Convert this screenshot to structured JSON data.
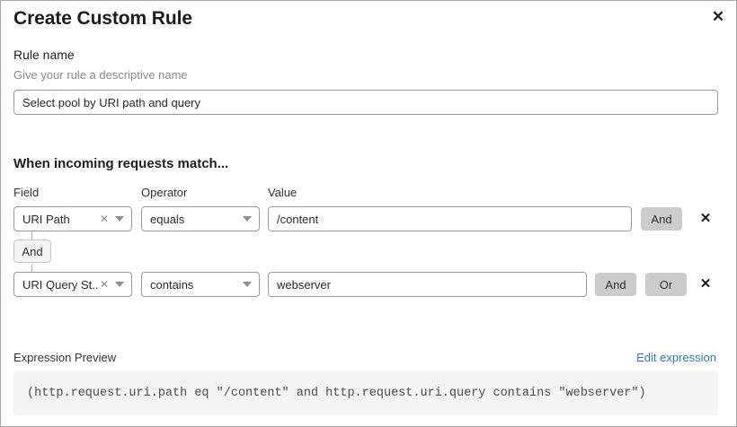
{
  "modal": {
    "title": "Create Custom Rule",
    "close_icon": "close-icon"
  },
  "rule_name": {
    "label": "Rule name",
    "hint": "Give your rule a descriptive name",
    "value": "Select pool by URI path and query",
    "placeholder": ""
  },
  "matching": {
    "heading": "When incoming requests match...",
    "columns": {
      "field": "Field",
      "operator": "Operator",
      "value": "Value"
    },
    "connector": {
      "label": "And"
    },
    "rows": [
      {
        "field": "URI Path",
        "operator": "equals",
        "value": "/content",
        "buttons": [
          "And"
        ],
        "delete_icon": "delete-icon",
        "clear_icon": "clear-icon",
        "caret_icon": "chevron-down-icon"
      },
      {
        "field": "URI Query St...",
        "operator": "contains",
        "value": "webserver",
        "buttons": [
          "And",
          "Or"
        ],
        "delete_icon": "delete-icon",
        "clear_icon": "clear-icon",
        "caret_icon": "chevron-down-icon"
      }
    ]
  },
  "expression": {
    "label": "Expression Preview",
    "edit_link": "Edit expression",
    "code": "(http.request.uri.path eq \"/content\" and http.request.uri.query contains \"webserver\")"
  },
  "colors": {
    "link": "#2f7bbd",
    "logic_button_bg": "#cccccc",
    "expr_box_bg": "#f5f5f5",
    "border": "#9a9a9a"
  }
}
